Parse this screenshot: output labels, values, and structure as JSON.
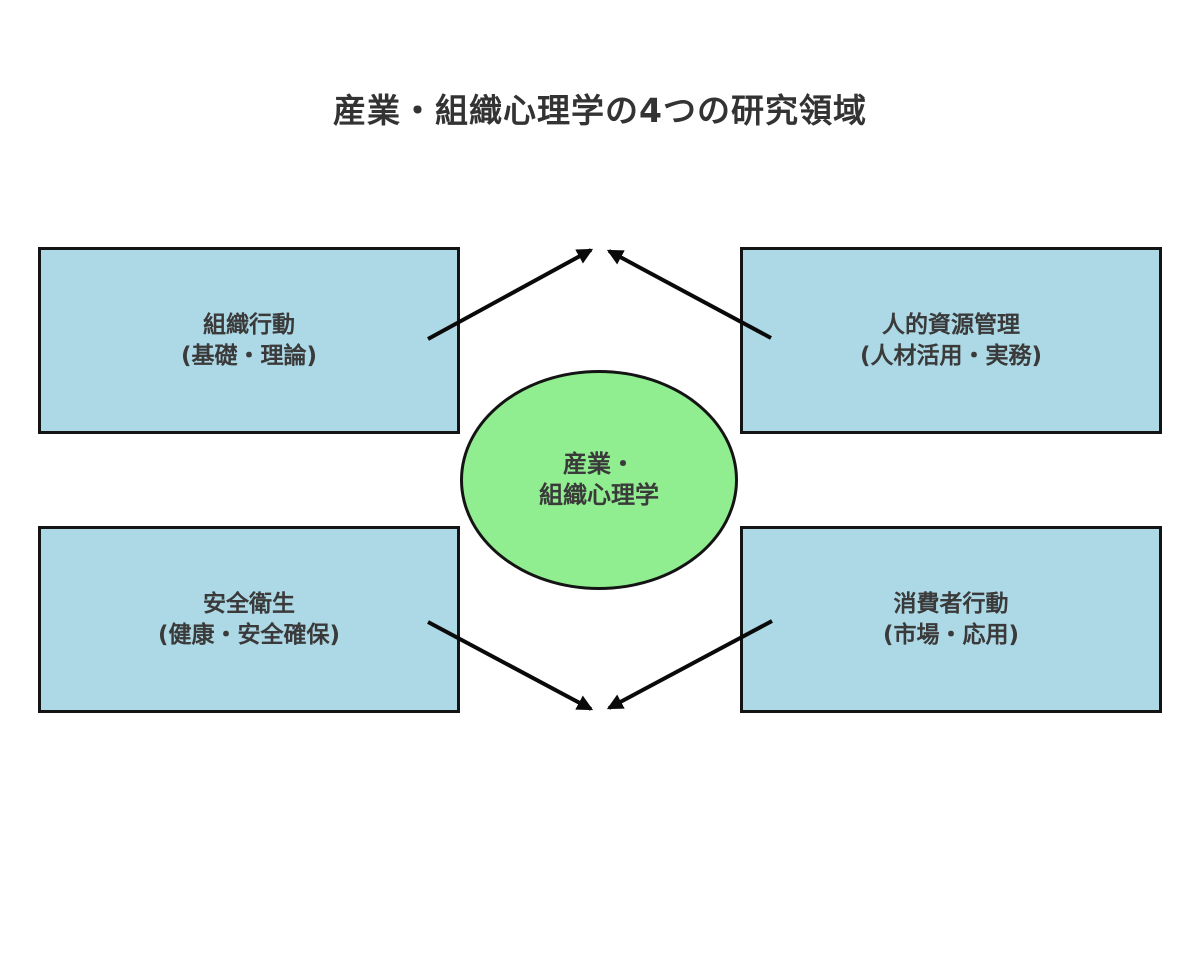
{
  "title": "産業・組織心理学の4つの研究領域",
  "center_ellipse": {
    "id": "industrial-organizational-psychology",
    "line1": "産業・",
    "line2": "組織心理学",
    "fill": "#90ee90",
    "border": "#141414"
  },
  "boxes": [
    {
      "id": "organizational-behavior",
      "position": "top-left",
      "line1": "組織行動",
      "line2": "(基礎・理論)"
    },
    {
      "id": "human-resource-management",
      "position": "top-right",
      "line1": "人的資源管理",
      "line2": "(人材活用・実務)"
    },
    {
      "id": "safety-and-health",
      "position": "bottom-left",
      "line1": "安全衛生",
      "line2": "(健康・安全確保)"
    },
    {
      "id": "consumer-behavior",
      "position": "bottom-right",
      "line1": "消費者行動",
      "line2": "(市場・応用)"
    }
  ],
  "arrows": [
    {
      "from": "organizational-behavior",
      "direction": "to-top-center"
    },
    {
      "from": "human-resource-management",
      "direction": "to-top-center"
    },
    {
      "from": "safety-and-health",
      "direction": "to-bottom-center"
    },
    {
      "from": "consumer-behavior",
      "direction": "to-bottom-center"
    }
  ],
  "colors": {
    "background": "#ffffff",
    "box_fill": "#add8e6",
    "box_border": "#141414",
    "ellipse_fill": "#90ee90",
    "ellipse_border": "#141414",
    "arrow": "#0a0a0a",
    "text": "#3a3a3a",
    "title_text": "#333333"
  }
}
